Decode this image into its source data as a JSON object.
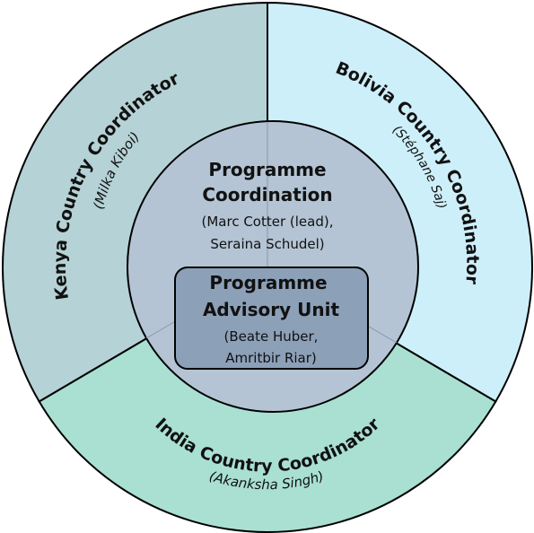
{
  "segments": {
    "kenya": {
      "title": "Kenya Country Coordinator",
      "person": "(Milka Kiboi)",
      "color": "#b5d2d6"
    },
    "bolivia": {
      "title": "Bolivia Country Coordinator",
      "person": "(Stéphane Saj)",
      "color": "#cdeffa"
    },
    "india": {
      "title": "India Country Coordinator",
      "person": "(Akanksha Singh)",
      "color": "#a9e0d2"
    }
  },
  "center": {
    "title_line1": "Programme",
    "title_line2": "Coordination",
    "people_line1": "(Marc Cotter (lead),",
    "people_line2": "Seraina Schudel)",
    "color": "#b4c4d4"
  },
  "advisory": {
    "title_line1": "Programme",
    "title_line2": "Advisory Unit",
    "people_line1": "(Beate Huber,",
    "people_line2": "Amritbir Riar)",
    "color": "#8ca0b8"
  }
}
